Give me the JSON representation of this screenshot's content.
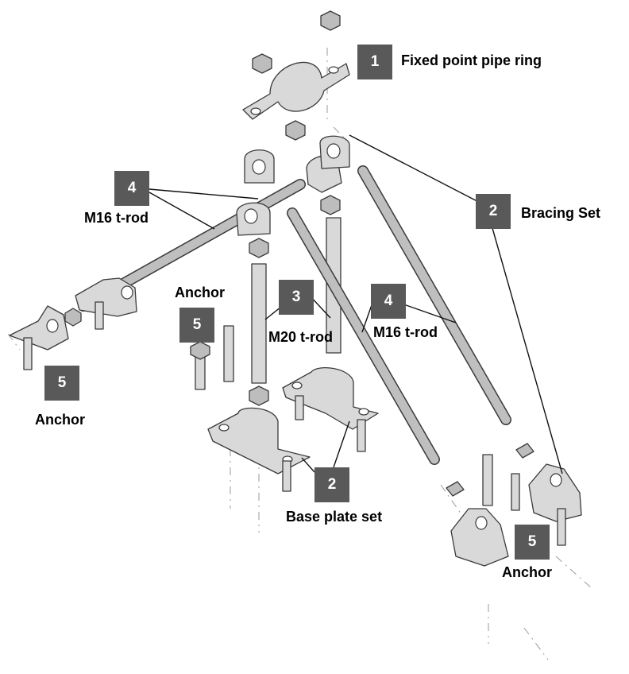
{
  "callouts": {
    "pipe_ring": {
      "number": "1",
      "label": "Fixed point pipe ring"
    },
    "bracing_set": {
      "number": "2",
      "label": "Bracing Set"
    },
    "rod_left": {
      "number": "4",
      "label": "M16 t-rod"
    },
    "anchor_mid": {
      "number": "5",
      "label": "Anchor"
    },
    "rod_m20": {
      "number": "3",
      "label": "M20 t-rod"
    },
    "rod_right": {
      "number": "4",
      "label": "M16 t-rod"
    },
    "anchor_left": {
      "number": "5",
      "label": "Anchor"
    },
    "base_plate": {
      "number": "2",
      "label": "Base plate set"
    },
    "anchor_right": {
      "number": "5",
      "label": "Anchor"
    }
  },
  "colors": {
    "badge": "#595959",
    "part": "#d9d9d9",
    "outline": "#3a3a3a"
  }
}
